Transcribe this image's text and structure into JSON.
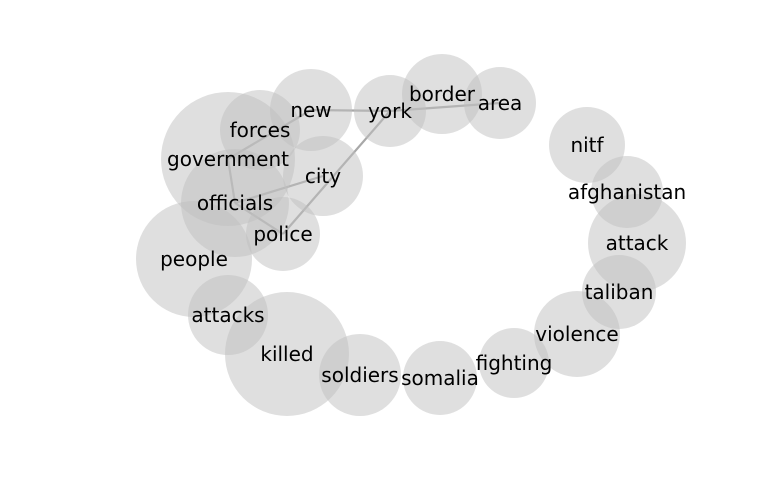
{
  "diagram": {
    "nodes": [
      {
        "id": "government",
        "label": "government"
      },
      {
        "id": "people",
        "label": "people"
      },
      {
        "id": "killed",
        "label": "killed"
      },
      {
        "id": "attack",
        "label": "attack"
      },
      {
        "id": "officials",
        "label": "officials"
      },
      {
        "id": "forces",
        "label": "forces"
      },
      {
        "id": "new",
        "label": "new"
      },
      {
        "id": "city",
        "label": "city"
      },
      {
        "id": "police",
        "label": "police"
      },
      {
        "id": "york",
        "label": "york"
      },
      {
        "id": "border",
        "label": "border"
      },
      {
        "id": "area",
        "label": "area"
      },
      {
        "id": "nitf",
        "label": "nitf"
      },
      {
        "id": "afghanistan",
        "label": "afghanistan"
      },
      {
        "id": "taliban",
        "label": "taliban"
      },
      {
        "id": "violence",
        "label": "violence"
      },
      {
        "id": "fighting",
        "label": "fighting"
      },
      {
        "id": "somalia",
        "label": "somalia"
      },
      {
        "id": "soldiers",
        "label": "soldiers"
      },
      {
        "id": "attacks",
        "label": "attacks"
      }
    ],
    "edges": [
      [
        "government",
        "officials"
      ],
      [
        "officials",
        "police"
      ],
      [
        "officials",
        "city"
      ],
      [
        "new",
        "york"
      ],
      [
        "york",
        "area"
      ],
      [
        "york",
        "police"
      ],
      [
        "new",
        "government"
      ]
    ]
  }
}
